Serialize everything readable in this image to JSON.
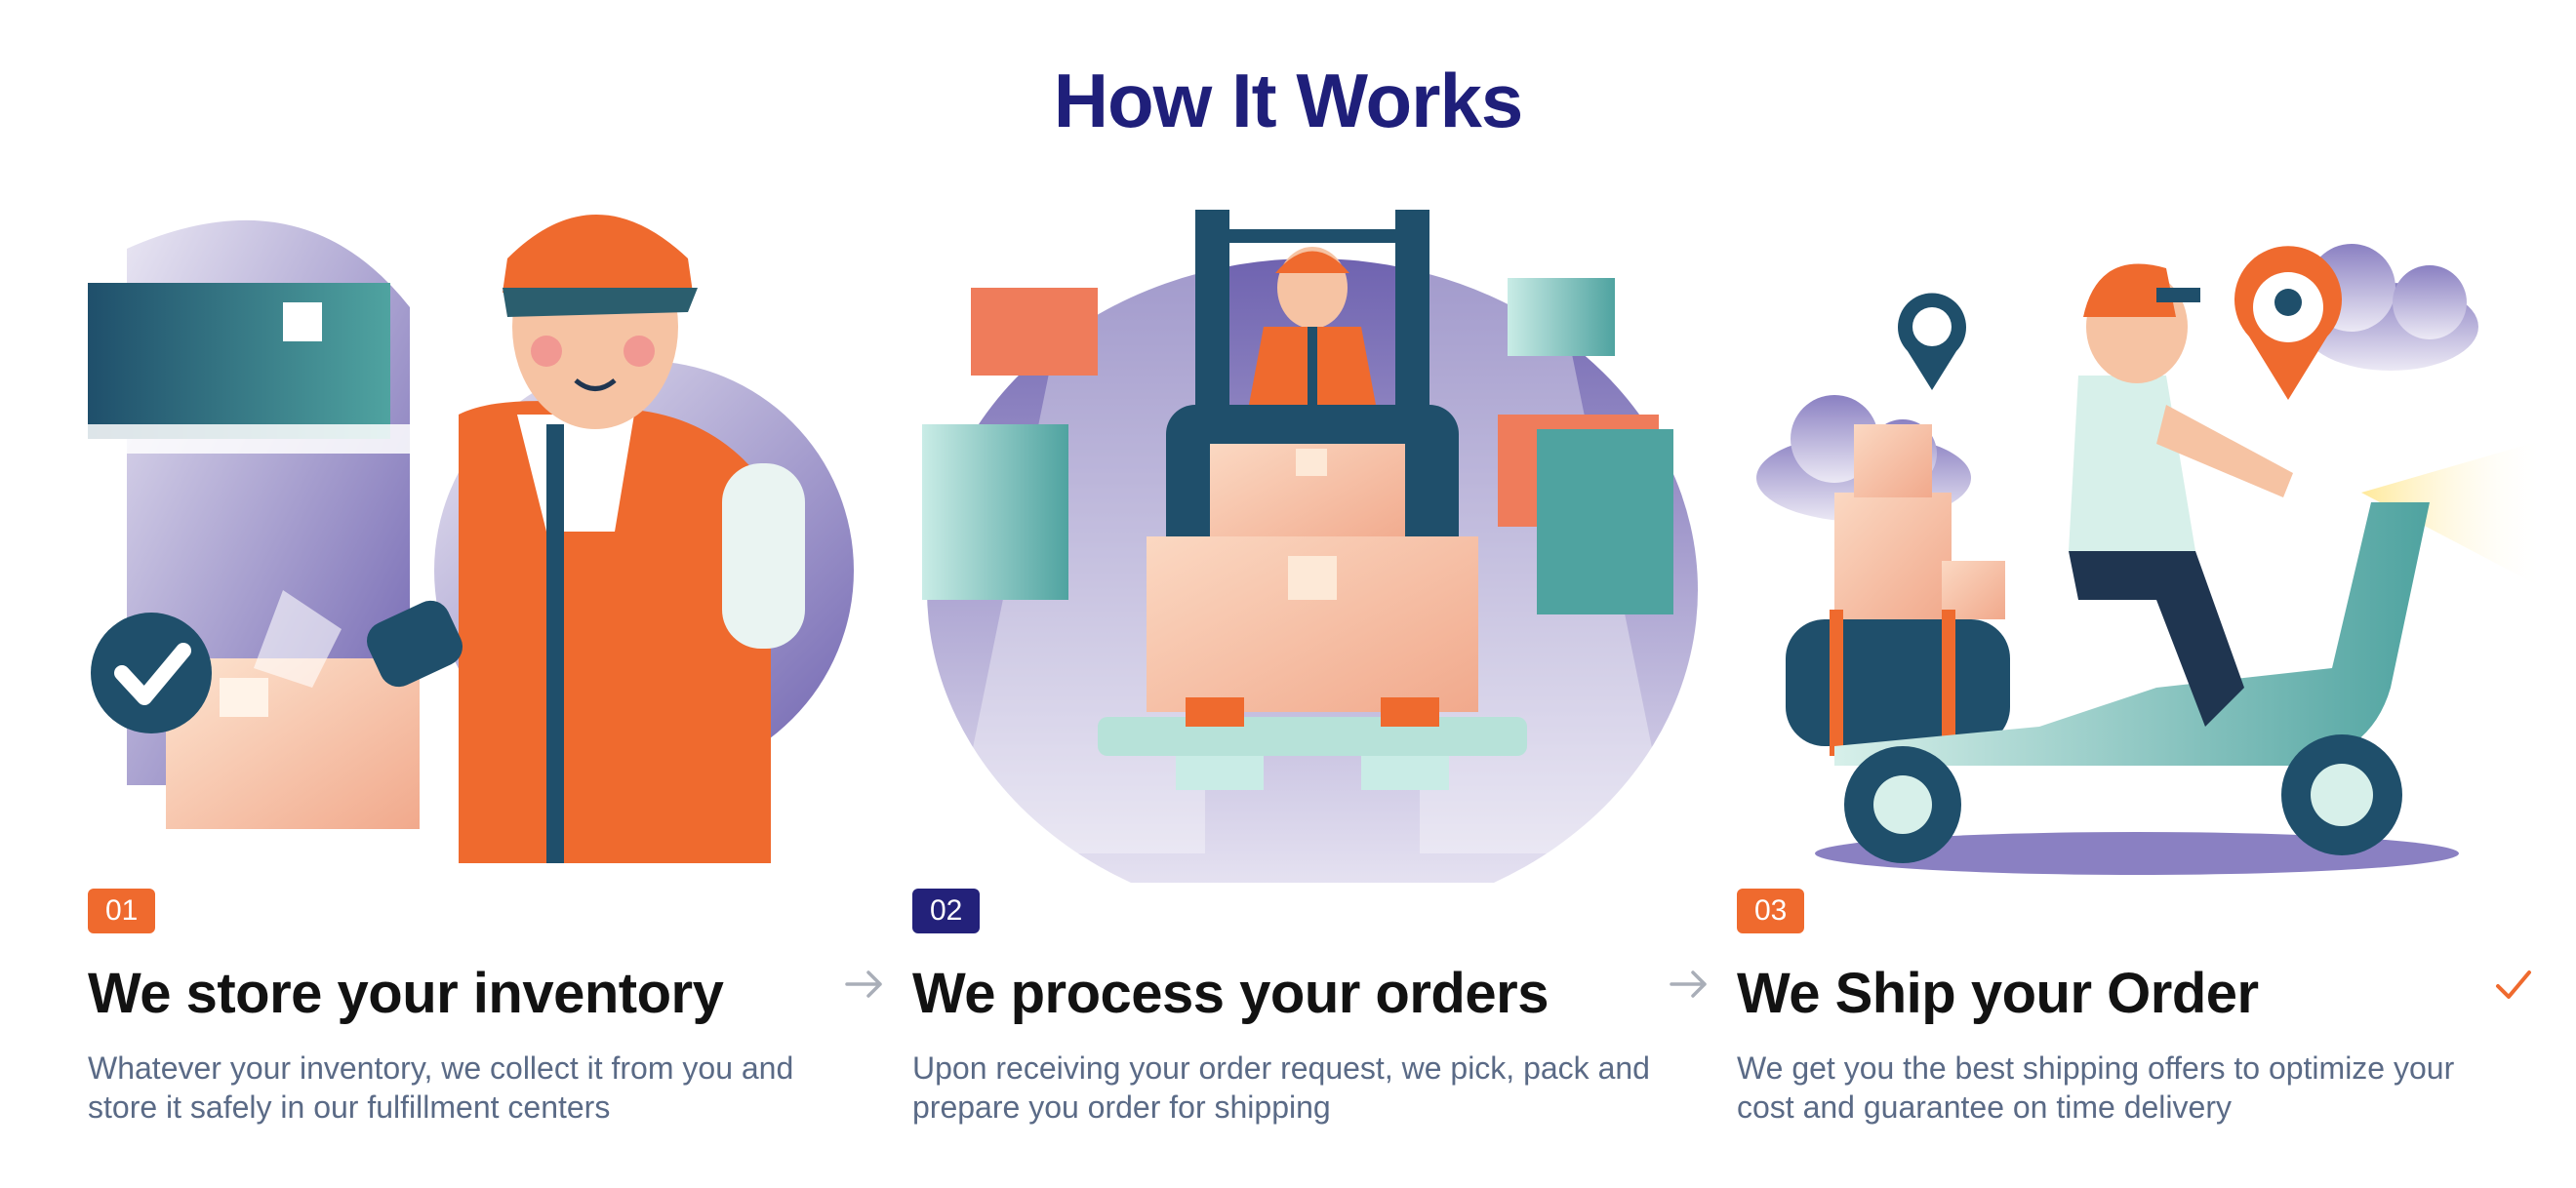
{
  "page": {
    "title": "How It Works"
  },
  "colors": {
    "title": "#1f1f7a",
    "badge_orange": "#ef6a2e",
    "badge_navy": "#23217a",
    "heading": "#121212",
    "body_text": "#5a6a86",
    "arrow_gray": "#a9aeb8",
    "check_orange": "#ef6a2e"
  },
  "steps": [
    {
      "number": "01",
      "title": "We store your inventory",
      "description": "Whatever your inventory, we collect it from you and store it safely in our fulfillment centers",
      "illustration": "warehouse-worker-scanning-box",
      "icon": "arrow-right-icon"
    },
    {
      "number": "02",
      "title": "We process your orders",
      "description": "Upon receiving your order request, we pick, pack and prepare you order for shipping",
      "illustration": "forklift-carrying-boxes",
      "icon": "arrow-right-icon"
    },
    {
      "number": "03",
      "title": "We Ship your Order",
      "description": "We get you the best shipping offers to optimize your cost and guarantee on time delivery",
      "illustration": "courier-on-scooter",
      "icon": "checkmark-icon"
    }
  ]
}
